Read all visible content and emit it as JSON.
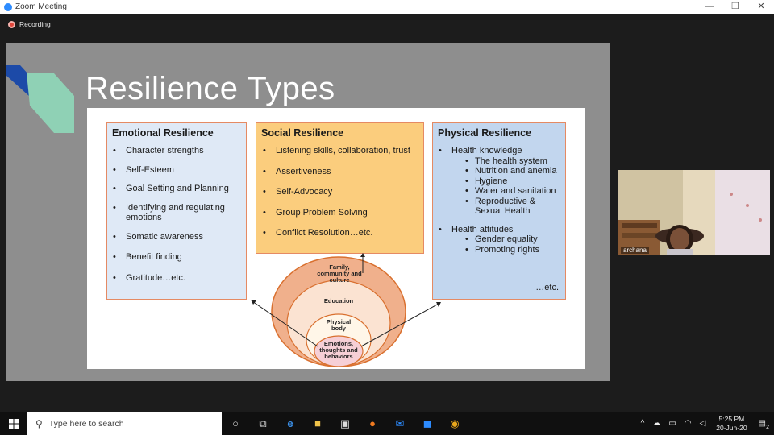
{
  "window": {
    "title": "Zoom Meeting",
    "controls": {
      "minimize": "—",
      "restore": "❐",
      "close": "✕"
    }
  },
  "recording": {
    "label": "Recording"
  },
  "slide": {
    "title": "Resilience Types",
    "emotional": {
      "heading": "Emotional Resilience",
      "items": [
        "Character strengths",
        "Self-Esteem",
        "Goal Setting and Planning",
        "Identifying and regulating emotions",
        "Somatic awareness",
        "Benefit finding",
        "Gratitude…etc."
      ]
    },
    "social": {
      "heading": "Social Resilience",
      "items": [
        "Listening skills, collaboration, trust",
        "Assertiveness",
        "Self-Advocacy",
        "Group Problem Solving",
        "Conflict Resolution…etc."
      ]
    },
    "physical": {
      "heading": "Physical Resilience",
      "knowledge": "Health knowledge",
      "knowledge_items": [
        "The health system",
        "Nutrition and anemia",
        "Hygiene",
        "Water and sanitation",
        "Reproductive & Sexual Health"
      ],
      "attitudes": "Health attitudes",
      "attitude_items": [
        "Gender equality",
        "Promoting rights"
      ],
      "etc": "…etc."
    },
    "diagram": {
      "outer": "Family, community and culture",
      "middle": "Education",
      "inner": "Physical body",
      "core": "Emotions, thoughts and behaviors"
    }
  },
  "participant": {
    "name": "archana"
  },
  "taskbar": {
    "search_placeholder": "Type here to search",
    "time": "5:25 PM",
    "date": "20-Jun-20",
    "notifications": "2"
  },
  "colors": {
    "zoom_blue": "#2d8cff",
    "recording_red": "#e0463b",
    "emotional_bg": "#dfe9f6",
    "social_bg": "#fbcd7d",
    "physical_bg": "#c2d6ee"
  }
}
